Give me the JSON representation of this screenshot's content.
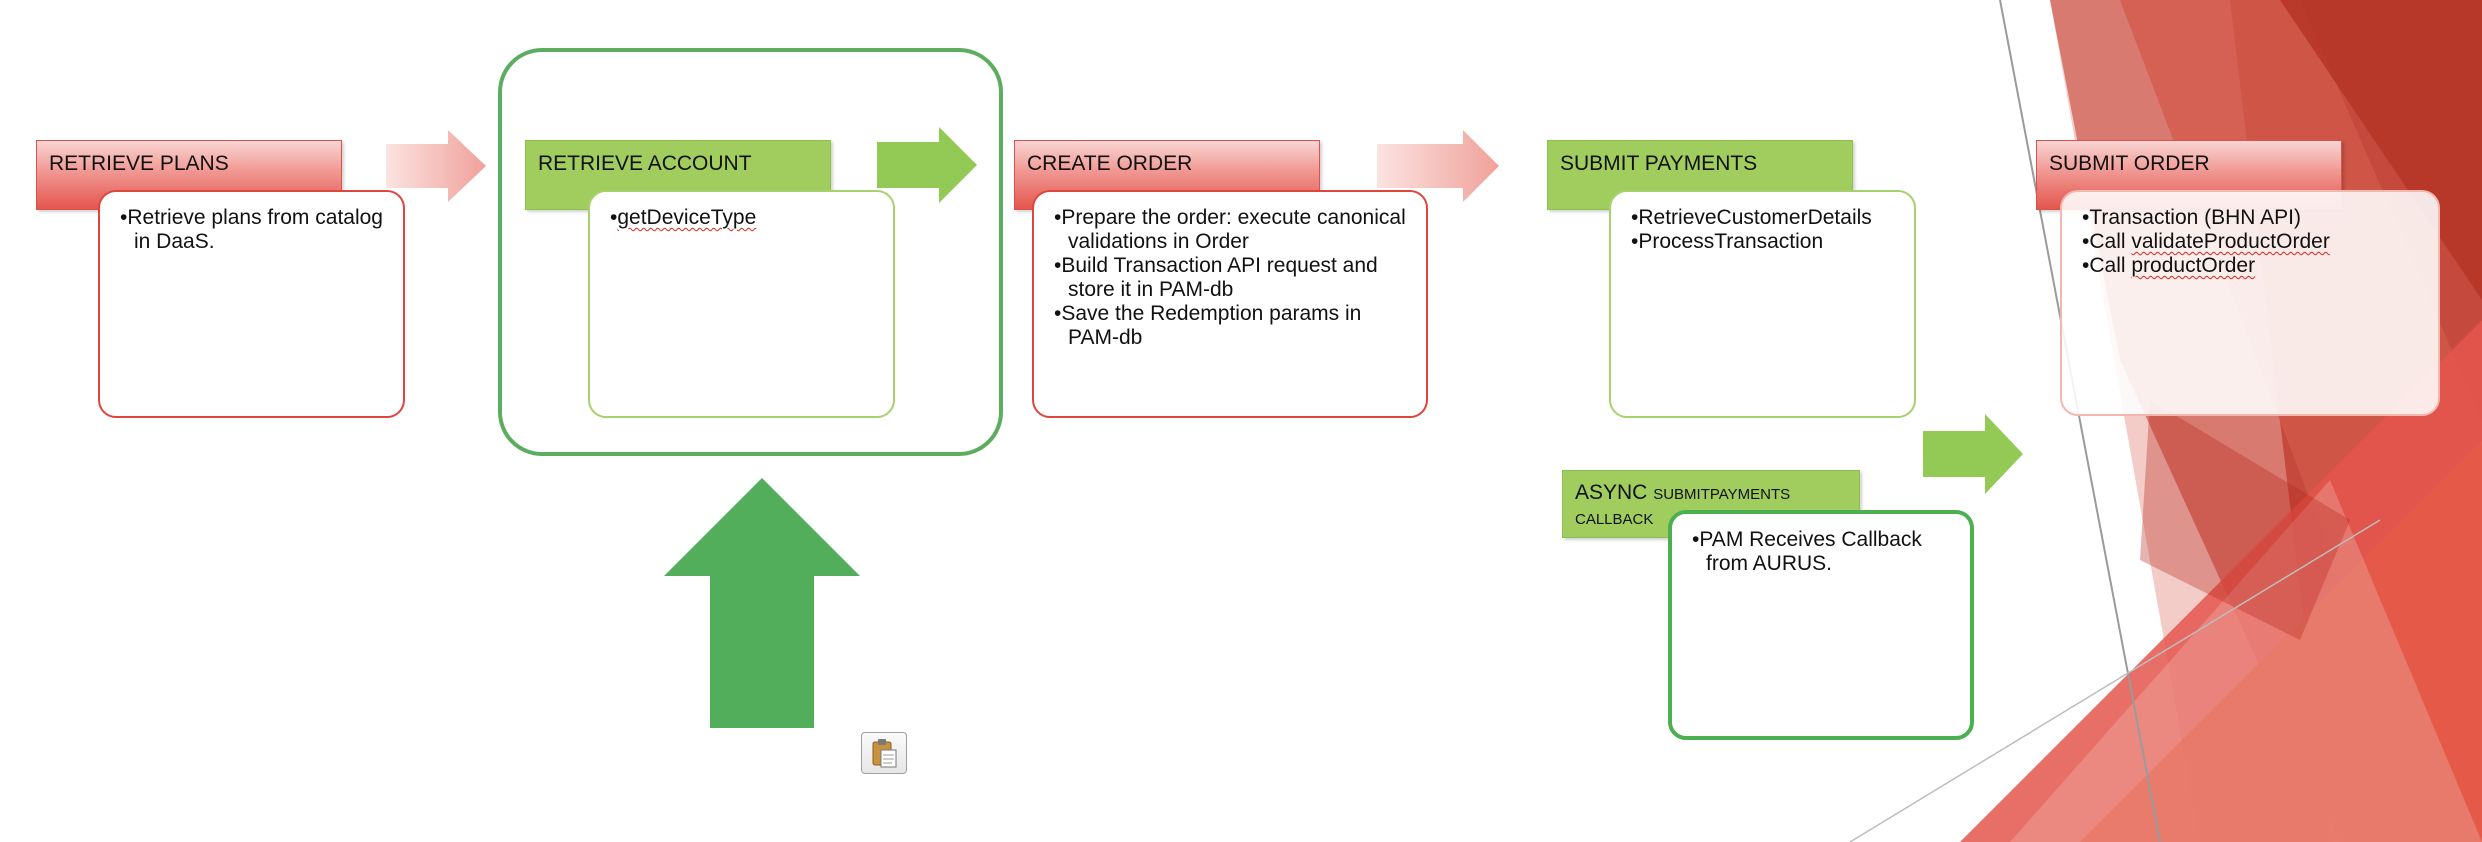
{
  "steps": [
    {
      "title": "RETRIEVE PLANS",
      "items": [
        "Retrieve plans from catalog in DaaS."
      ]
    },
    {
      "title": "RETRIEVE ACCOUNT",
      "items": [
        "getDeviceType"
      ]
    },
    {
      "title": "CREATE ORDER",
      "items": [
        "Prepare the order: execute canonical validations in Order",
        "Build Transaction API request and store it in PAM-db",
        "Save the Redemption params in PAM-db"
      ]
    },
    {
      "title": "SUBMIT PAYMENTS",
      "items": [
        "RetrieveCustomerDetails",
        "ProcessTransaction"
      ]
    },
    {
      "title": "SUBMIT ORDER",
      "items": [
        "Transaction (BHN API)",
        "Call validateProductOrder",
        "Call productOrder"
      ]
    }
  ],
  "async": {
    "title_main": "ASYNC",
    "title_small": "SUBMITPAYMENTS CALLBACK",
    "items": [
      "PAM Receives Callback from AURUS."
    ]
  },
  "icons": {
    "arrow_light": "chevron-arrow-light-red",
    "arrow_green": "chevron-arrow-green",
    "arrow_up": "up-arrow-green",
    "paste": "clipboard-paste-icon"
  },
  "colors": {
    "red_header": "#e4564d",
    "green_header": "#a1cd5f",
    "dark_green": "#4caf50",
    "red_border": "#e0453c"
  }
}
